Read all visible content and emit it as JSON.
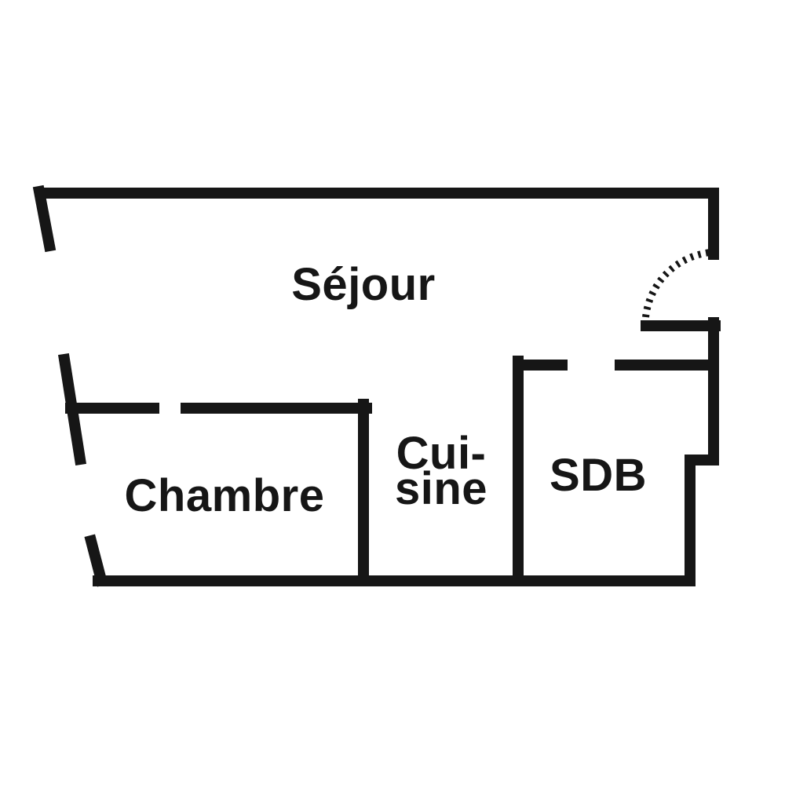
{
  "plan": {
    "background_color": "#ffffff",
    "wall_color": "#161616",
    "rooms": {
      "sejour": {
        "label": "Séjour"
      },
      "chambre": {
        "label": "Chambre"
      },
      "cuisine": {
        "label_line1": "Cui-",
        "label_line2": "sine"
      },
      "sdb": {
        "label": "SDB"
      }
    }
  }
}
